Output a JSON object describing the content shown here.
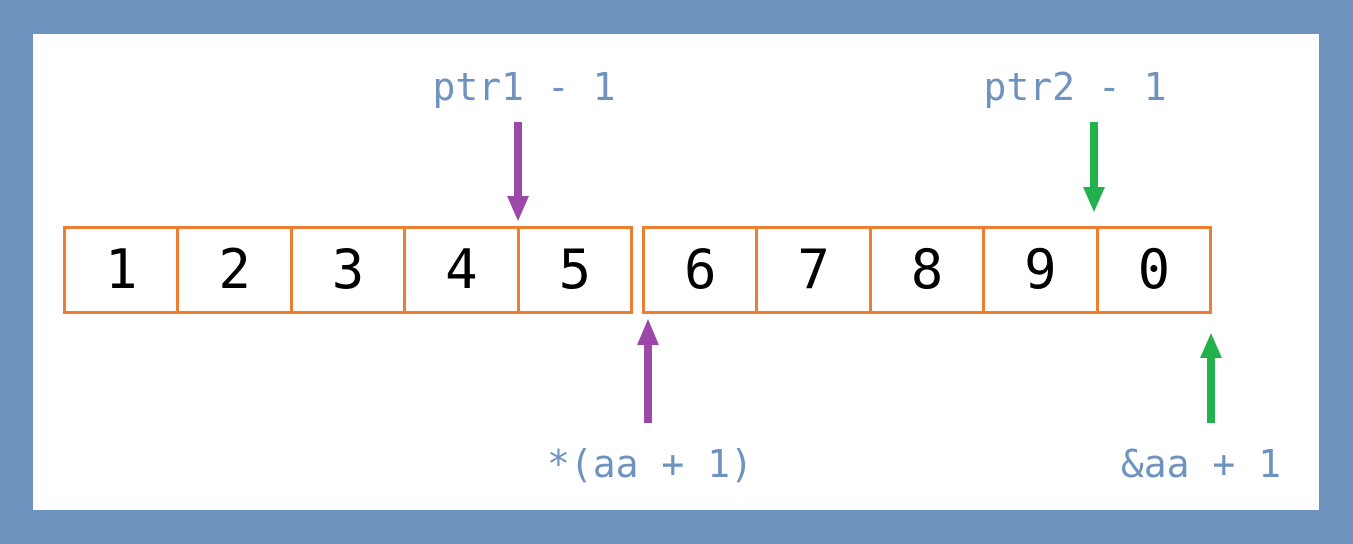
{
  "arrays": [
    {
      "values": [
        "1",
        "2",
        "3",
        "4",
        "5"
      ]
    },
    {
      "values": [
        "6",
        "7",
        "8",
        "9",
        "0"
      ]
    }
  ],
  "labels": {
    "ptr1_minus_1": "ptr1 - 1",
    "ptr2_minus_1": "ptr2 - 1",
    "deref_aa_plus_1": "*(aa + 1)",
    "addr_aa_plus_1": "&aa + 1"
  },
  "colors": {
    "frame": "#6f93bf",
    "cell_border": "#ed7d31",
    "label_text": "#6f93bf",
    "purple_arrow": "#9b48a8",
    "green_arrow": "#23b14d"
  }
}
